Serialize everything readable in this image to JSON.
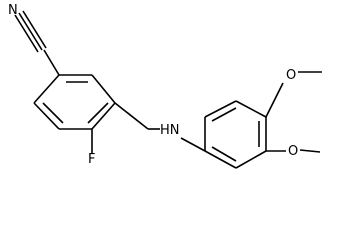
{
  "structure": {
    "atoms": {
      "nitrile_n": "N",
      "fluorine": "F",
      "amine": "HN",
      "oxygen_top": "O",
      "oxygen_bottom": "O"
    }
  }
}
